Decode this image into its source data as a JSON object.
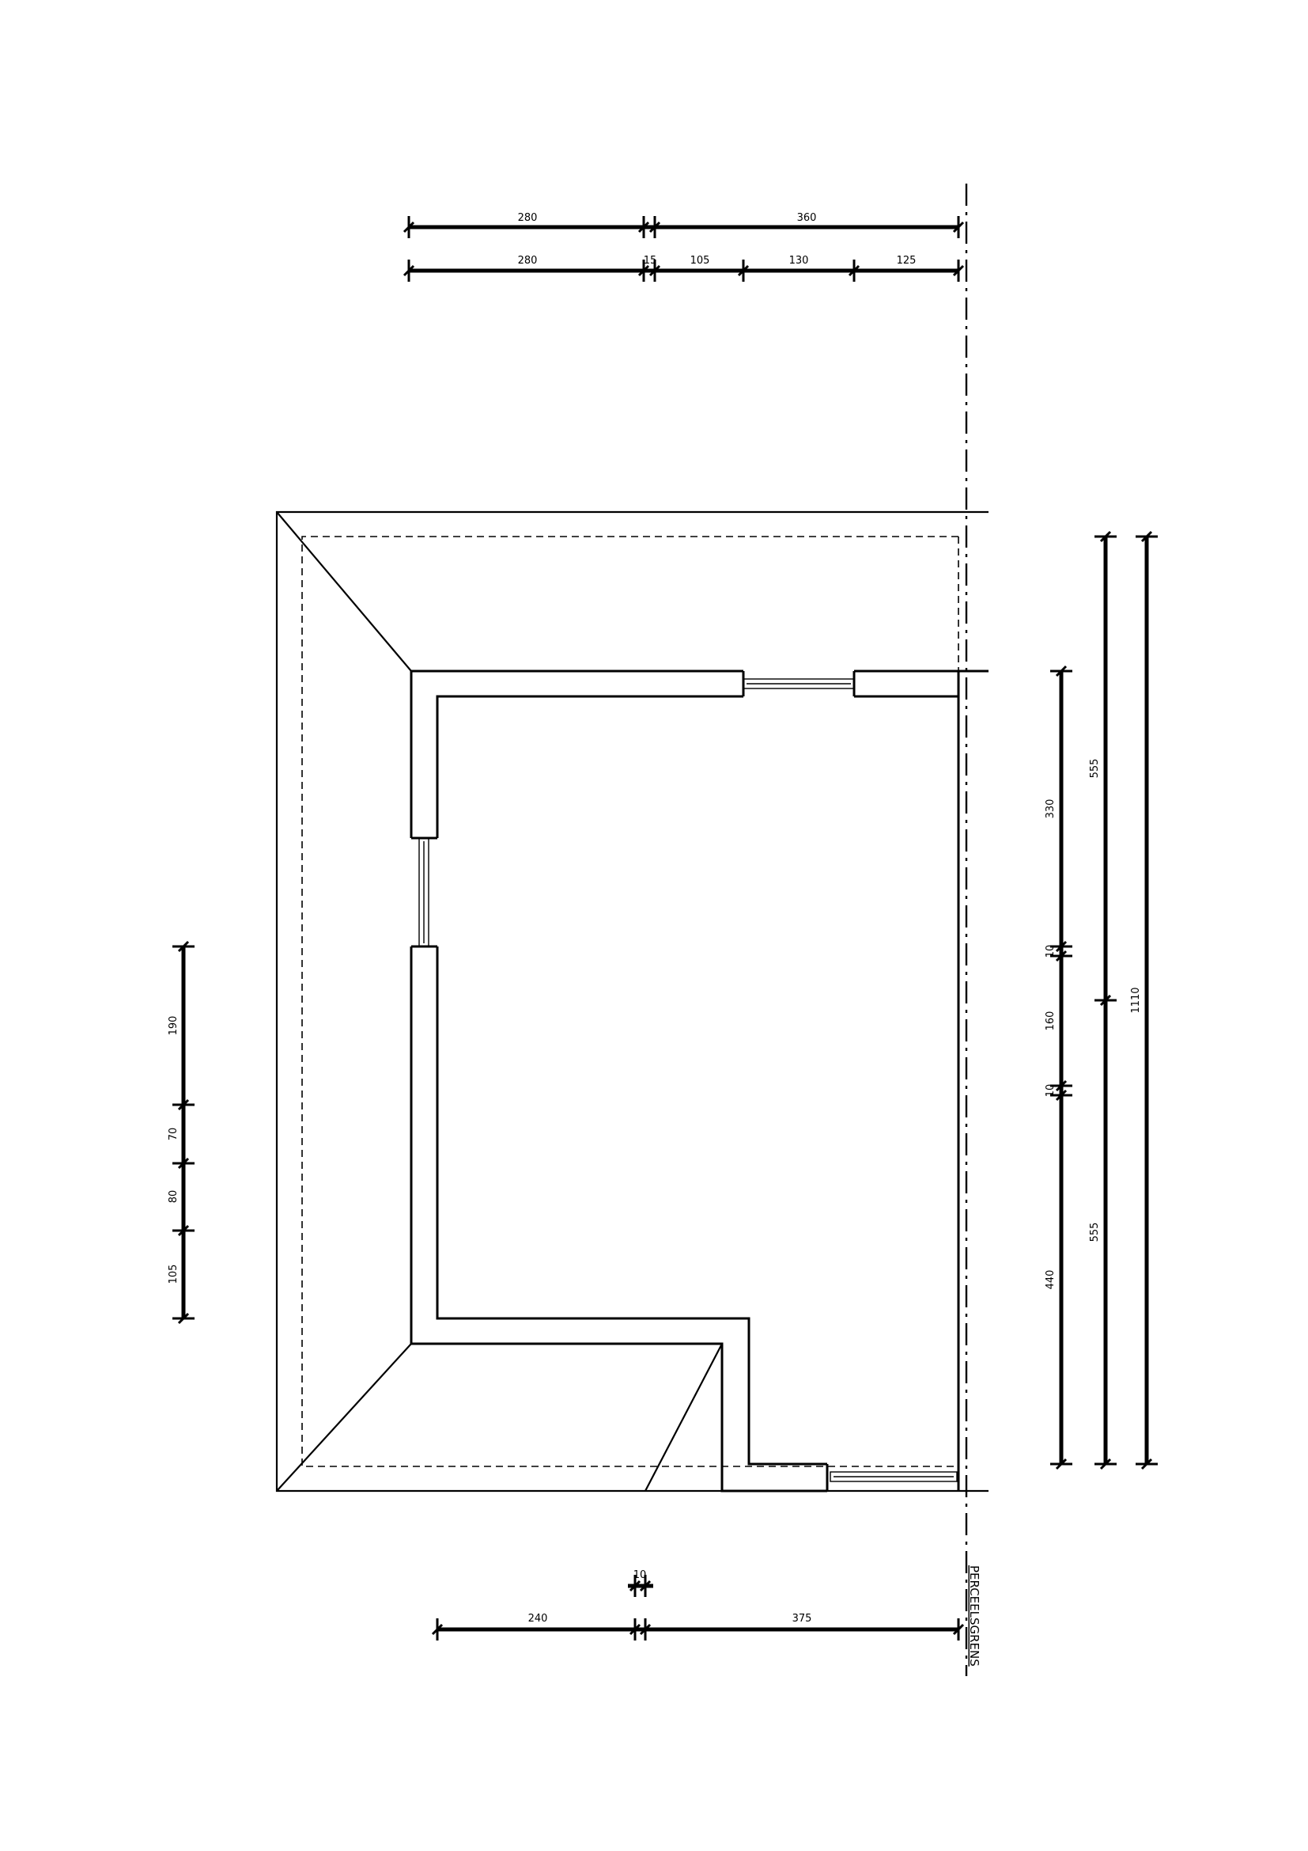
{
  "dimensions": {
    "top_row1": [
      "280",
      "360"
    ],
    "top_row2": [
      "280",
      "15",
      "105",
      "130",
      "125"
    ],
    "bottom_small": "10",
    "bottom_row": [
      "240",
      "375"
    ],
    "left_col": [
      "190",
      "70",
      "80",
      "105"
    ],
    "right_col1": [
      "330",
      "10",
      "160",
      "10",
      "440"
    ],
    "right_col2": [
      "555",
      "555"
    ],
    "right_col3": "1110"
  },
  "boundary_label": "PERCEELSGRENS"
}
